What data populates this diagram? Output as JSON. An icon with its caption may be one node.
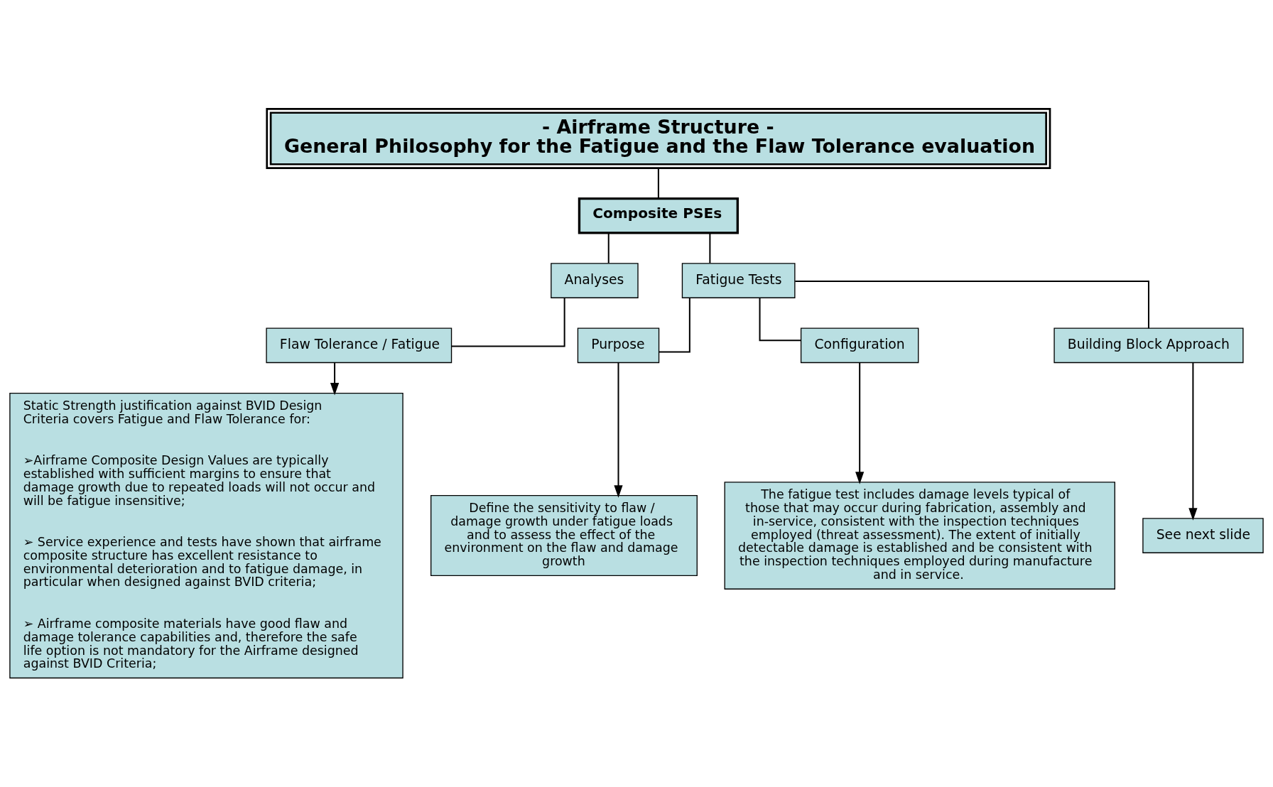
{
  "diagram": {
    "nodes": [
      {
        "text": [
          "- Airframe Structure -",
          "General Philosophy for the Fatigue and the Flaw Tolerance evaluation"
        ]
      },
      {
        "text": [
          "Composite PSEs"
        ]
      },
      {
        "text": [
          "Analyses"
        ]
      },
      {
        "text": [
          "Fatigue Tests"
        ]
      },
      {
        "text": [
          "Flaw Tolerance / Fatigue"
        ]
      },
      {
        "text": [
          "Static Strength justification against BVID Design Criteria covers Fatigue and Flaw Tolerance for:",
          "➢Airframe Composite Design Values are typically established with sufficient margins to ensure that damage growth due to repeated loads will not occur and will be fatigue insensitive;",
          "➢ Service experience and tests have shown that airframe composite structure has excellent resistance to environmental deterioration and to fatigue damage, in particular when designed against BVID criteria;",
          "➢ Airframe composite materials have good flaw and damage tolerance capabilities and, therefore the safe life option is not mandatory for the Airframe designed against BVID Criteria;"
        ]
      },
      {
        "text": [
          "Purpose"
        ]
      },
      {
        "text": [
          "Configuration"
        ]
      },
      {
        "text": [
          "Building Block Approach"
        ]
      },
      {
        "text": [
          "Define the sensitivity to flaw / damage growth under fatigue loads and to assess the effect of the environment on the flaw and damage growth"
        ]
      },
      {
        "text": [
          "See next slide"
        ]
      },
      {
        "text": [
          "The fatigue test includes damage levels typical of those that may occur during fabrication, assembly and in-service, consistent with the inspection techniques employed (threat assessment). The extent of initially detectable damage is established and be consistent with the inspection techniques employed during manufacture and in service."
        ]
      }
    ],
    "edges": [
      {
        "from": 0,
        "to": 1,
        "arrow": "none"
      },
      {
        "from": 1,
        "to": 2,
        "arrow": "none"
      },
      {
        "from": 1,
        "to": 3,
        "arrow": "none"
      },
      {
        "from": 2,
        "to": 4,
        "arrow": "none"
      },
      {
        "from": 4,
        "to": 5,
        "arrow": "to"
      },
      {
        "from": 3,
        "to": 6,
        "arrow": "none"
      },
      {
        "from": 3,
        "to": 7,
        "arrow": "none"
      },
      {
        "from": 3,
        "to": 8,
        "arrow": "none"
      },
      {
        "from": 6,
        "to": 9,
        "arrow": "to"
      },
      {
        "from": 7,
        "to": 11,
        "arrow": "to"
      },
      {
        "from": 8,
        "to": 10,
        "arrow": "to"
      }
    ]
  }
}
